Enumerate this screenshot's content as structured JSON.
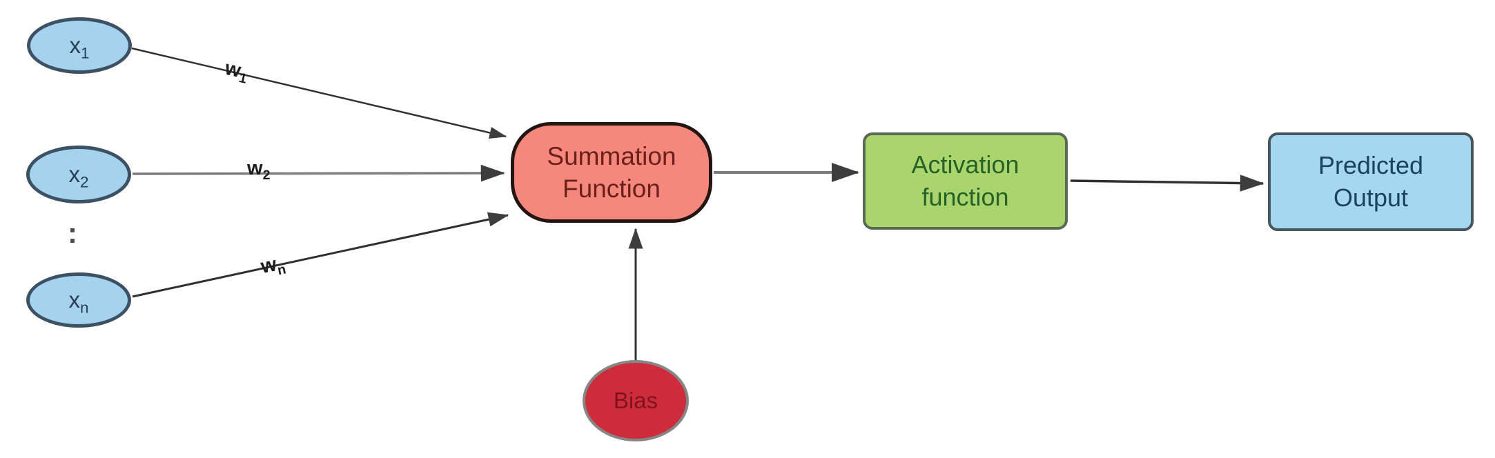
{
  "diagram": {
    "kind": "perceptron-flow-diagram",
    "nodes": {
      "x1": {
        "base": "x",
        "sub": "1"
      },
      "x2": {
        "base": "x",
        "sub": "2"
      },
      "xn": {
        "base": "x",
        "sub": "n"
      },
      "ellipsis": ":",
      "summation": {
        "line1": "Summation",
        "line2": "Function"
      },
      "activation": {
        "line1": "Activation",
        "line2": "function"
      },
      "predicted": {
        "line1": "Predicted",
        "line2": "Output"
      },
      "bias": "Bias"
    },
    "weights": {
      "w1": {
        "base": "w",
        "sub": "1"
      },
      "w2": {
        "base": "w",
        "sub": "2"
      },
      "wn": {
        "base": "w",
        "sub": "n"
      }
    },
    "colors": {
      "input_fill": "#a5d2ec",
      "input_border": "#3d5165",
      "input_text": "#2a3f55",
      "summation_fill": "#f5877c",
      "summation_border": "#231511",
      "summation_text": "#6b211b",
      "activation_fill": "#aad56e",
      "activation_border": "#5a6a55",
      "activation_text": "#266126",
      "predicted_fill": "#a6d7f0",
      "predicted_border": "#46555e",
      "predicted_text": "#1d4161",
      "bias_fill": "#ce2b3b",
      "bias_border": "#868686",
      "bias_text": "#7e141f",
      "line_dark": "#303030",
      "line_gray": "#7c7c7c",
      "arrowhead": "#3d3d3d",
      "weight_label_text": "#1c1c1c",
      "background": "#ffffff"
    }
  }
}
